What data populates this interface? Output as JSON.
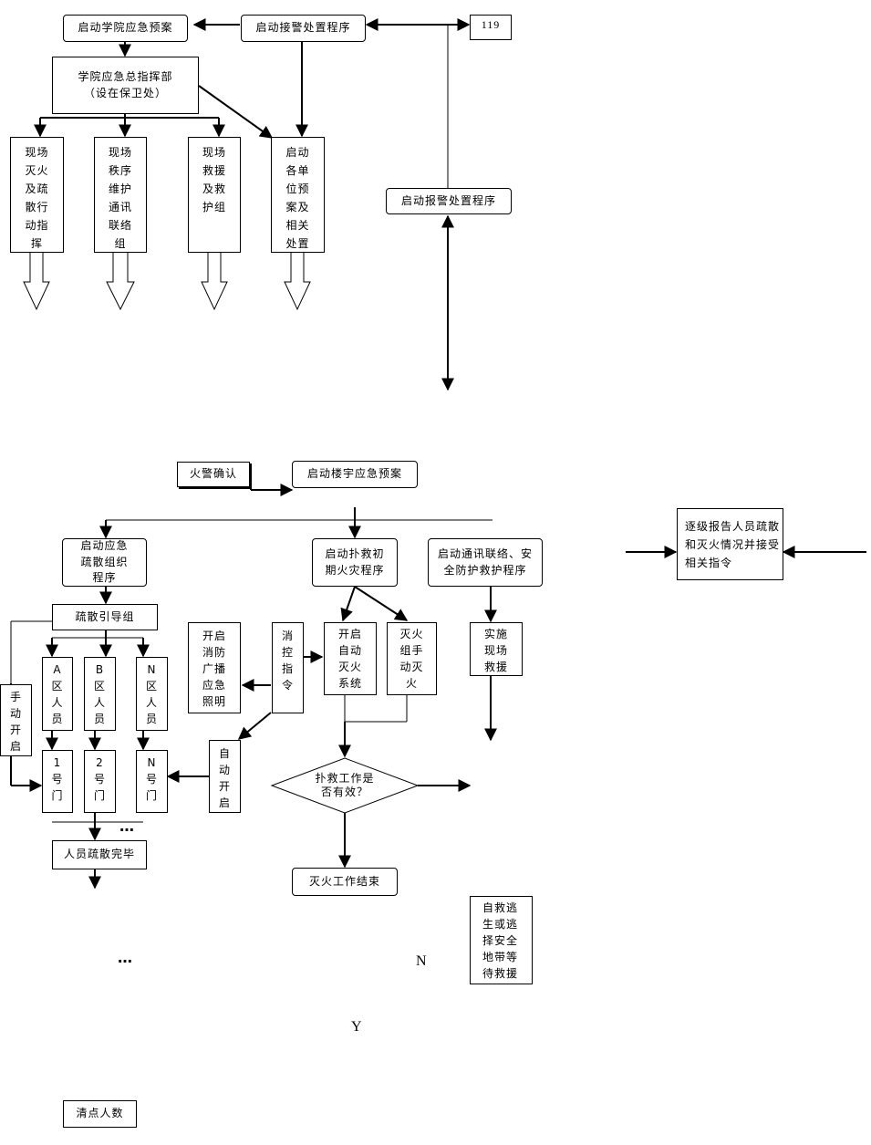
{
  "top": {
    "start_college_plan": "启动学院应急预案",
    "start_alarm_procedure": "启动接警处置程序",
    "phone_119": "119",
    "command_center": "学院应急总指挥部\n（设在保卫处）",
    "group_fire_evac": "现场\n灭火\n及疏\n散行\n动指\n挥",
    "group_order_comm": "现场\n秩序\n维护\n通讯\n联络\n组",
    "group_rescue": "现场\n救援\n及救\n护组",
    "group_unit_plans": "启动\n各单\n位预\n案及\n相关\n处置",
    "start_report_procedure": "启动报警处置程序"
  },
  "bottom": {
    "fire_confirm": "火警确认",
    "start_building_plan": "启动楼宇应急预案",
    "escalate_report": "逐级报告人员疏散和灭火情况并接受相关指令",
    "start_evac_procedure": "启动应急疏散组织程序",
    "start_firefight_procedure": "启动扑救初期火灾程序",
    "start_comm_procedure": "启动通讯联络、安全防护救护程序",
    "evac_guide_group": "疏散引导组",
    "zone_a": "A\n区\n人\n员",
    "zone_b": "B\n区\n人\n员",
    "zone_n": "N\n区\n人\n员",
    "manual_open": "手\n动\n开\n启",
    "door_1": "1\n号\n门",
    "door_2": "2\n号\n门",
    "door_n": "N\n号\n门",
    "broadcast_lighting": "开启\n消防\n广播\n应急\n照明",
    "control_command": "消\n控\n指\n令",
    "auto_extinguish": "开启\n自动\n灭火\n系统",
    "manual_extinguish": "灭火\n组手\n动灭\n火",
    "on_site_rescue": "实施\n现场\n救援",
    "auto_open": "自\n动\n开\n启",
    "decision": "扑救工作是\n否有效？",
    "evac_complete": "人员疏散完毕",
    "fire_end": "灭火工作结束",
    "self_rescue": "自救逃\n生或逃\n择安全\n地带等\n待救援",
    "ellipsis_1": "…",
    "ellipsis_2": "…",
    "label_n": "N",
    "label_y": "Y",
    "headcount": "清点人数"
  }
}
